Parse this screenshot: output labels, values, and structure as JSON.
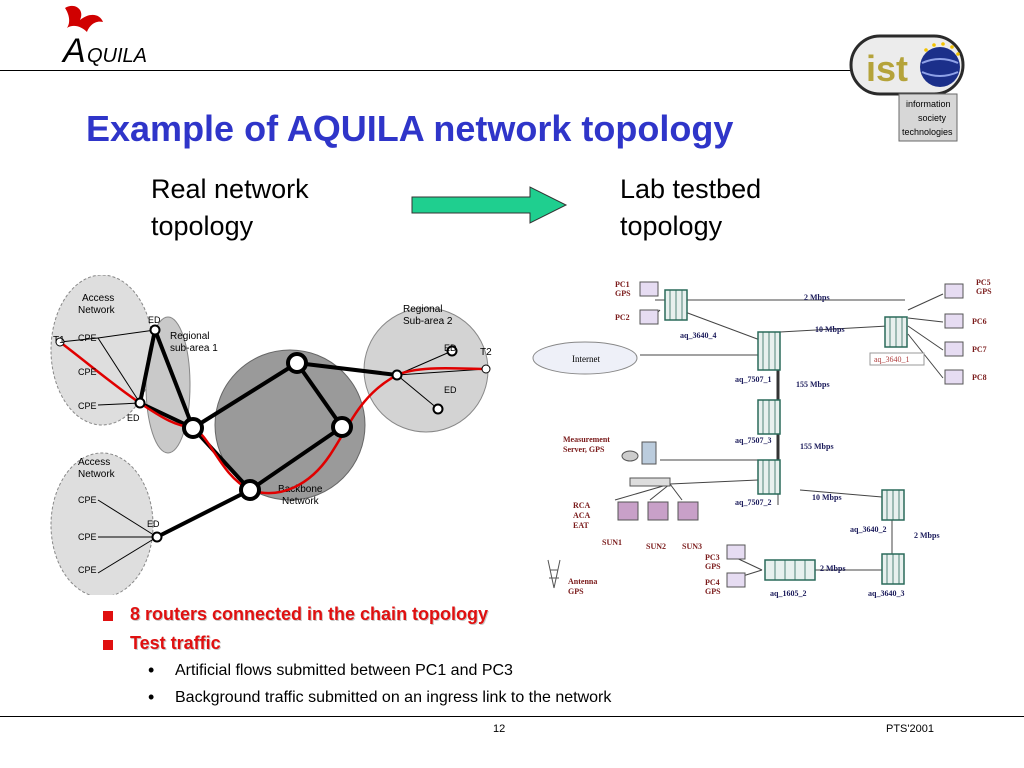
{
  "header": {
    "logo_text": "QUILA",
    "logo_initial": "A"
  },
  "ist_logo": {
    "name": "ist",
    "caption": [
      "information",
      "society",
      "technologies"
    ]
  },
  "title": "Example of AQUILA network topology",
  "subtitles": {
    "left_line1": "Real network",
    "left_line2": "topology",
    "right_line1": "Lab testbed",
    "right_line2": "topology"
  },
  "left_diagram": {
    "access_top": "Access Network",
    "access_bottom": "Access Network",
    "regional1": "Regional sub-area 1",
    "regional2": "Regional Sub-area 2",
    "backbone": "Backbone Network",
    "ed": "ED",
    "cpe": "CPE",
    "t1": "T1",
    "t2": "T2"
  },
  "right_diagram": {
    "pc1": "PC1",
    "pc2": "PC2",
    "pc3": "PC3",
    "pc4": "PC4",
    "pc5": "PC5",
    "pc6": "PC6",
    "pc7": "PC7",
    "pc8": "PC8",
    "gps": "GPS",
    "internet": "Internet",
    "aq_3640_4": "aq_3640_4",
    "aq_3640_1": "aq_3640_1",
    "aq_3640_2": "aq_3640_2",
    "aq_3640_3": "aq_3640_3",
    "aq_7507_1": "aq_7507_1",
    "aq_7507_3": "aq_7507_3",
    "aq_7507_2": "aq_7507_2",
    "aq_1605_2": "aq_1605_2",
    "mbps2": "2 Mbps",
    "mbps10": "10 Mbps",
    "mbps155": "155 Mbps",
    "measurement_line1": "Measurement",
    "measurement_line2": "Server, GPS",
    "rca": "RCA",
    "aca": "ACA",
    "eat": "EAT",
    "sun1": "SUN1",
    "sun2": "SUN2",
    "sun3": "SUN3",
    "antenna": "Antenna",
    "gps_small": "GPS"
  },
  "bullets": [
    {
      "text": "8 routers connected in the chain topology"
    },
    {
      "text": "Test traffic"
    }
  ],
  "sub_bullets": [
    {
      "text": "Artificial flows submitted between PC1 and PC3"
    },
    {
      "text": "Background traffic submitted on an ingress link to the network"
    }
  ],
  "footer": {
    "page": "12",
    "conference": "PTS'2001"
  },
  "colors": {
    "title": "#2f35c9",
    "bullet": "#e01010",
    "arrow": "#1fcf8f",
    "path": "#e00000"
  }
}
